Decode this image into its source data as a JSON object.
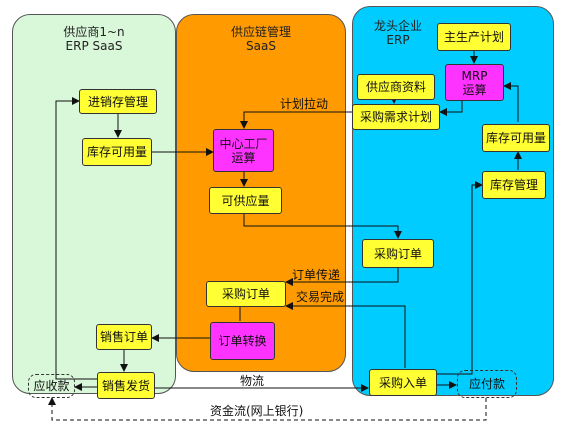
{
  "lanes": {
    "supplier": {
      "title_line1": "供应商1~n",
      "title_line2": "ERP SaaS",
      "color": "#d9f7d9"
    },
    "scm": {
      "title_line1": "供应链管理",
      "title_line2": "SaaS",
      "color": "#ff9a00"
    },
    "core": {
      "title_line1": "龙头企业",
      "title_line2": "ERP",
      "color": "#00ccff"
    }
  },
  "nodes": {
    "inventory_mgmt_supplier": "进销存管理",
    "available_stock_supplier": "库存可用量",
    "sales_order": "销售订单",
    "sales_shipment": "销售发货",
    "receivable": "应收款",
    "central_factory_calc_line1": "中心工厂",
    "central_factory_calc_line2": "运算",
    "available_supply": "可供应量",
    "purchase_order_scm": "采购订单",
    "order_convert": "订单转换",
    "master_production_plan": "主生产计划",
    "supplier_info": "供应商资料",
    "mrp_calc_line1": "MRP",
    "mrp_calc_line2": "运算",
    "purchase_demand_plan": "采购需求计划",
    "available_stock_core": "库存可用量",
    "inventory_mgmt_core": "库存管理",
    "purchase_order_core": "采购订单",
    "purchase_receipt": "采购入单",
    "payable": "应付款"
  },
  "labels": {
    "plan_pull": "计划拉动",
    "order_transfer": "订单传递",
    "trade_complete": "交易完成",
    "logistics": "物流",
    "cash_flow": "资金流(网上银行)"
  },
  "colors": {
    "yellow_node": "#ffff33",
    "magenta_node": "#ff33ff"
  }
}
